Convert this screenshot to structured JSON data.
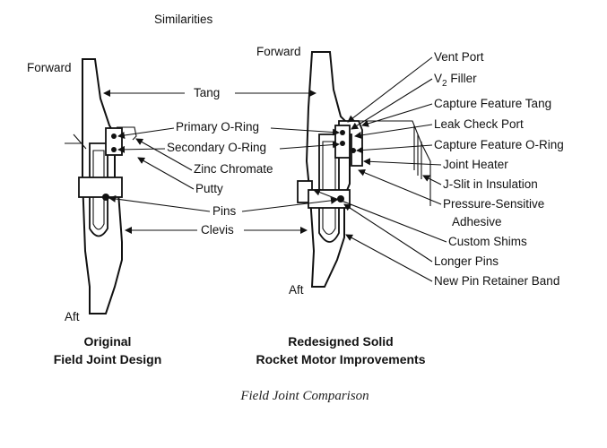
{
  "header": {
    "title": "Similarities"
  },
  "original": {
    "forward": "Forward",
    "aft": "Aft",
    "caption_line1": "Original",
    "caption_line2": "Field Joint Design"
  },
  "redesigned": {
    "forward": "Forward",
    "aft": "Aft",
    "caption_line1": "Redesigned Solid",
    "caption_line2": "Rocket Motor Improvements"
  },
  "shared_labels": {
    "tang": "Tang",
    "primary_oring": "Primary O-Ring",
    "secondary_oring": "Secondary O-Ring",
    "zinc_chromate": "Zinc Chromate",
    "putty": "Putty",
    "pins": "Pins",
    "clevis": "Clevis"
  },
  "improvement_labels": {
    "vent_port": "Vent Port",
    "v2_filler_base": "V",
    "v2_filler_sub": "2",
    "v2_filler_rest": " Filler",
    "capture_feature_tang": "Capture Feature Tang",
    "leak_check_port": "Leak Check Port",
    "capture_feature_oring": "Capture Feature O-Ring",
    "joint_heater": "Joint Heater",
    "j_slit": "J-Slit in Insulation",
    "psa_line1": "Pressure-Sensitive",
    "psa_line2": "Adhesive",
    "custom_shims": "Custom Shims",
    "longer_pins": "Longer Pins",
    "pin_retainer_band": "New Pin Retainer Band"
  },
  "figure_caption": "Field Joint Comparison"
}
